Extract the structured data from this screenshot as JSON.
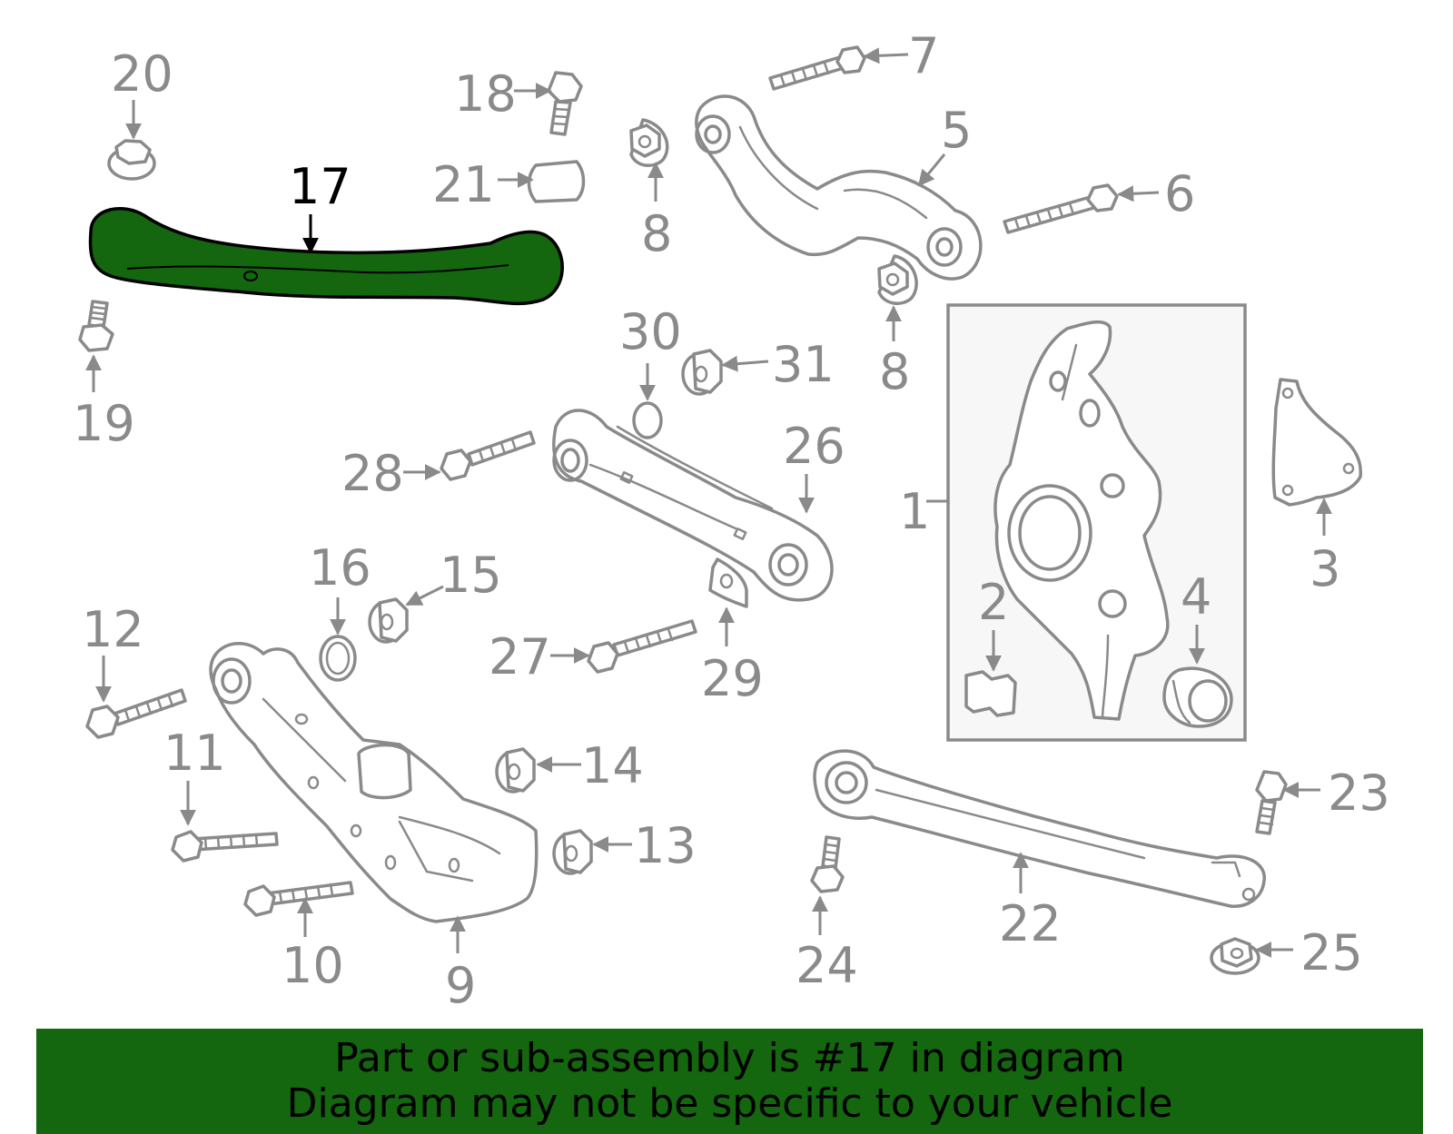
{
  "diagram": {
    "highlight_color": "#14660f",
    "highlighted_part": "17",
    "callouts": [
      "1",
      "2",
      "3",
      "4",
      "5",
      "6",
      "7",
      "8",
      "8",
      "9",
      "10",
      "11",
      "12",
      "13",
      "14",
      "15",
      "16",
      "17",
      "18",
      "19",
      "20",
      "21",
      "22",
      "23",
      "24",
      "25",
      "26",
      "27",
      "28",
      "29",
      "30",
      "31"
    ]
  },
  "footer": {
    "background": "#14660f",
    "line1": "Part or sub-assembly is #17 in diagram",
    "line2": "Diagram may not be specific to your vehicle"
  }
}
